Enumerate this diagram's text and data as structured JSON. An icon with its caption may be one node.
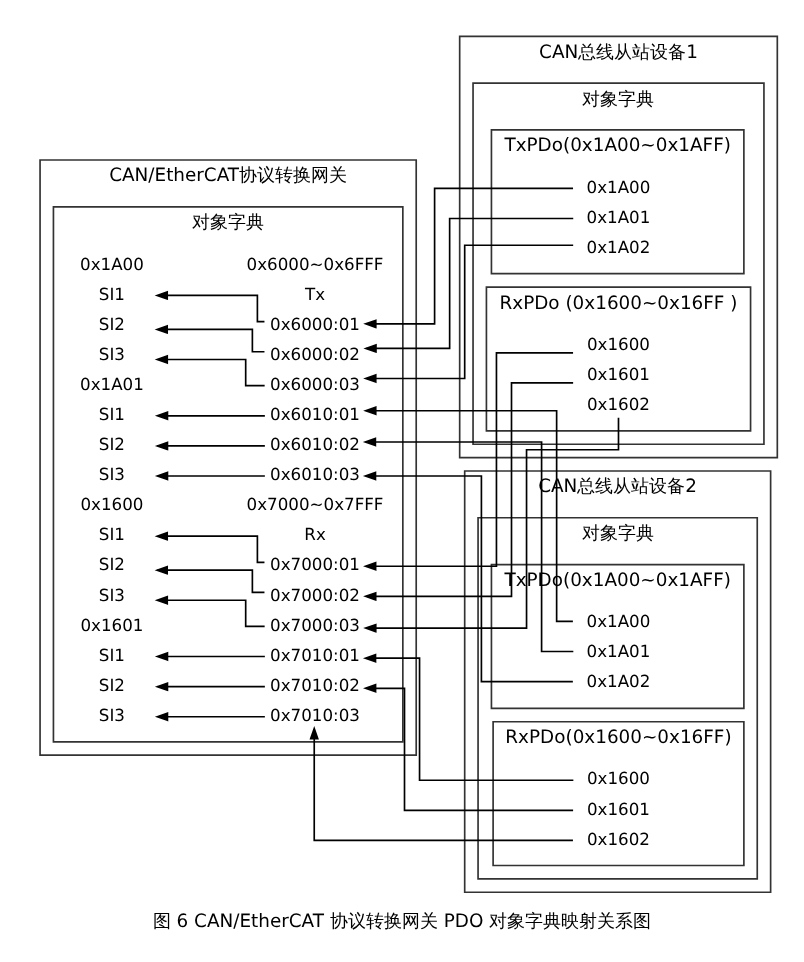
{
  "diagram": {
    "caption": "图 6 CAN/EtherCAT 协议转换网关 PDO 对象字典映射关系图",
    "nodes": [
      {
        "text": [
          "CAN/EtherCAT协议转换网关"
        ]
      },
      {
        "text": [
          "对象字典"
        ],
        "in": 0
      },
      {
        "text": [
          "SI1"
        ],
        "in": 1
      },
      {
        "text": [
          "0x6000:01"
        ],
        "in": 1
      },
      {
        "text": [
          "SI2"
        ],
        "in": 1
      },
      {
        "text": [
          "0x6000:02"
        ],
        "in": 1
      },
      {
        "text": [
          "SI3"
        ],
        "in": 1
      },
      {
        "text": [
          "0x6000:03"
        ],
        "in": 1
      },
      {
        "text": [
          "SI1"
        ],
        "in": 1
      },
      {
        "text": [
          "0x6010:01"
        ],
        "in": 1
      },
      {
        "text": [
          "SI2"
        ],
        "in": 1
      },
      {
        "text": [
          "0x6010:02"
        ],
        "in": 1
      },
      {
        "text": [
          "SI3"
        ],
        "in": 1
      },
      {
        "text": [
          "0x6010:03"
        ],
        "in": 1
      },
      {
        "text": [
          "SI1"
        ],
        "in": 1
      },
      {
        "text": [
          "0x7000:01"
        ],
        "in": 1
      },
      {
        "text": [
          "SI2"
        ],
        "in": 1
      },
      {
        "text": [
          "0x7000:02"
        ],
        "in": 1
      },
      {
        "text": [
          "SI3"
        ],
        "in": 1
      },
      {
        "text": [
          "0x7000:03"
        ],
        "in": 1
      },
      {
        "text": [
          "SI1"
        ],
        "in": 1
      },
      {
        "text": [
          "0x7010:01"
        ],
        "in": 1
      },
      {
        "text": [
          "SI2"
        ],
        "in": 1
      },
      {
        "text": [
          "0x7010:02"
        ],
        "in": 1
      },
      {
        "text": [
          "SI3"
        ],
        "in": 1
      },
      {
        "text": [
          "0x7010:03"
        ],
        "in": 1
      },
      {
        "text": [
          "CAN总线从站设备1"
        ]
      },
      {
        "text": [
          "对象字典"
        ],
        "in": 26
      },
      {
        "text": [
          "TxPDo(0x1A00~0x1AFF)"
        ],
        "in": 27
      },
      {
        "text": [
          "0x1A00"
        ],
        "in": 28
      },
      {
        "text": [
          "0x1A01"
        ],
        "in": 28
      },
      {
        "text": [
          "0x1A02"
        ],
        "in": 28
      },
      {
        "text": [
          "RxPDo (0x1600~0x16FF )"
        ],
        "in": 27
      },
      {
        "text": [
          "0x1600"
        ],
        "in": 32
      },
      {
        "text": [
          "0x1601"
        ],
        "in": 32
      },
      {
        "text": [
          "0x1602"
        ],
        "in": 32
      },
      {
        "text": [
          "CAN总线从站设备2"
        ]
      },
      {
        "text": [
          "对象字典"
        ],
        "in": 36
      },
      {
        "text": [
          "TxPDo(0x1A00~0x1AFF)"
        ],
        "in": 37
      },
      {
        "text": [
          "0x1A00"
        ],
        "in": 38
      },
      {
        "text": [
          "0x1A01"
        ],
        "in": 38
      },
      {
        "text": [
          "0x1A02"
        ],
        "in": 38
      },
      {
        "text": [
          "RxPDo(0x1600~0x16FF)"
        ],
        "in": 37
      },
      {
        "text": [
          "0x1600"
        ],
        "in": 42
      },
      {
        "text": [
          "0x1601"
        ],
        "in": 42
      },
      {
        "text": [
          "0x1602"
        ],
        "in": 42
      }
    ],
    "edges": [
      {
        "from": 3,
        "to": 2,
        "arrow": "to"
      },
      {
        "from": 5,
        "to": 4,
        "arrow": "to"
      },
      {
        "from": 7,
        "to": 6,
        "arrow": "to"
      },
      {
        "from": 9,
        "to": 8,
        "arrow": "to"
      },
      {
        "from": 11,
        "to": 10,
        "arrow": "to"
      },
      {
        "from": 13,
        "to": 12,
        "arrow": "to"
      },
      {
        "from": 15,
        "to": 14,
        "arrow": "to"
      },
      {
        "from": 17,
        "to": 16,
        "arrow": "to"
      },
      {
        "from": 19,
        "to": 18,
        "arrow": "to"
      },
      {
        "from": 21,
        "to": 20,
        "arrow": "to"
      },
      {
        "from": 23,
        "to": 22,
        "arrow": "to"
      },
      {
        "from": 25,
        "to": 24,
        "arrow": "to"
      },
      {
        "from": 29,
        "to": 3,
        "arrow": "to"
      },
      {
        "from": 30,
        "to": 5,
        "arrow": "to"
      },
      {
        "from": 31,
        "to": 7,
        "arrow": "to"
      },
      {
        "from": 39,
        "to": 9,
        "arrow": "to"
      },
      {
        "from": 40,
        "to": 11,
        "arrow": "to"
      },
      {
        "from": 41,
        "to": 13,
        "arrow": "to"
      },
      {
        "from": 33,
        "to": 15,
        "arrow": "to"
      },
      {
        "from": 34,
        "to": 17,
        "arrow": "to"
      },
      {
        "from": 35,
        "to": 19,
        "arrow": "to"
      },
      {
        "from": 43,
        "to": 21,
        "arrow": "to"
      },
      {
        "from": 44,
        "to": 23,
        "arrow": "to"
      },
      {
        "from": 45,
        "to": 25,
        "arrow": "to"
      }
    ],
    "labels": [
      "0x1A00",
      "0x6000~0x6FFF",
      "Tx",
      "0x1A01",
      "0x1600",
      "0x7000~0x7FFF",
      "Rx",
      "0x1601"
    ]
  }
}
